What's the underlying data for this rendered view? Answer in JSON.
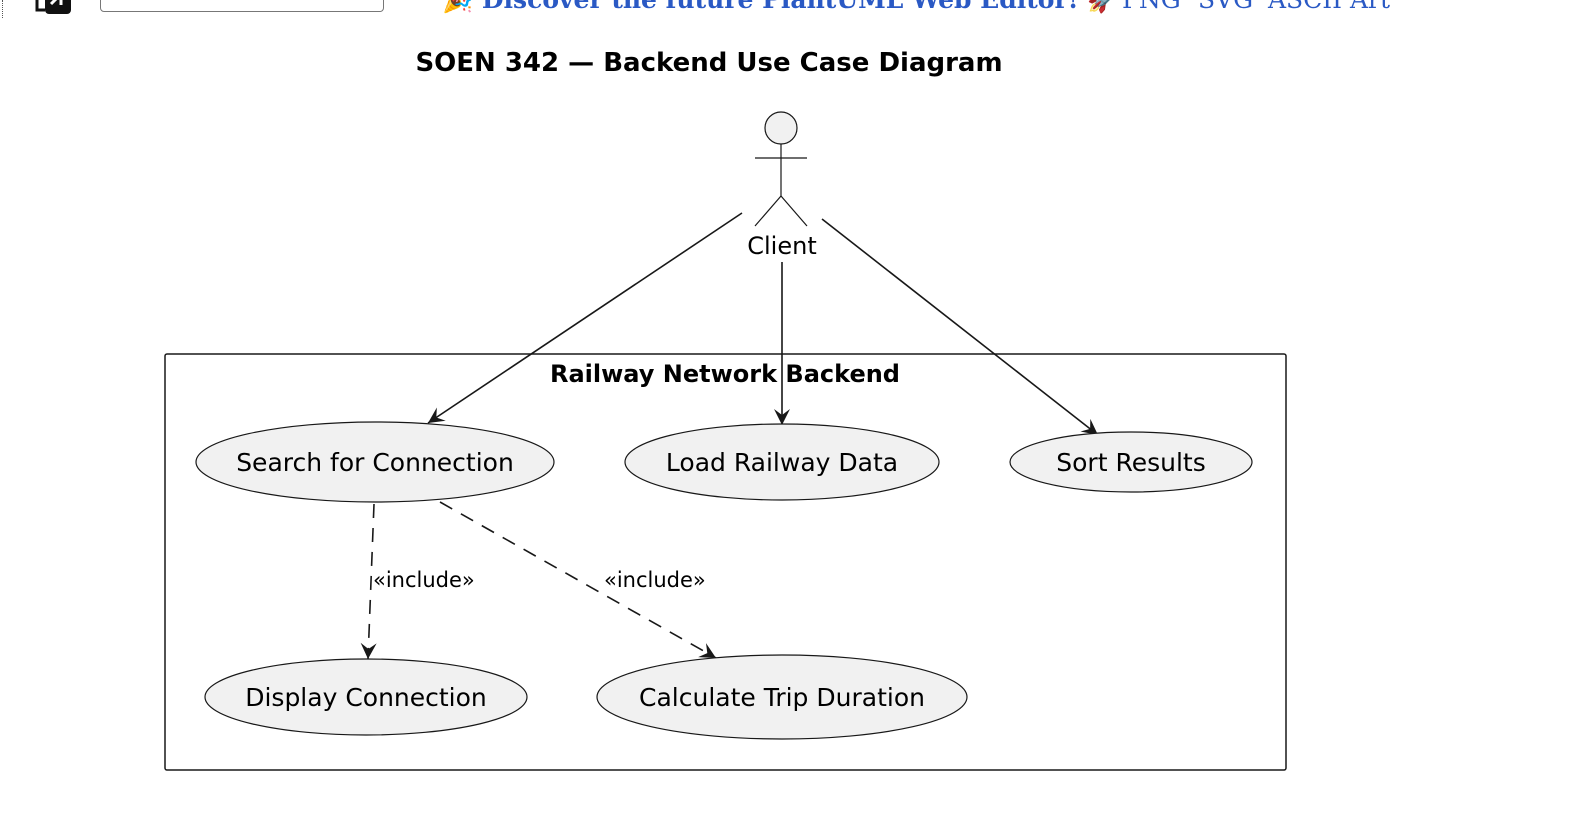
{
  "toolbar": {
    "url_value": "",
    "promo_emoji_left": "🎉",
    "promo_text": "Discover the future PlantUML Web Editor!",
    "promo_emoji_right": "🚀",
    "formats": [
      "PNG",
      "SVG",
      "ASCII Art"
    ]
  },
  "diagram": {
    "title": "SOEN 342 — Backend Use Case Diagram",
    "actor": {
      "name": "Client"
    },
    "system": {
      "name": "Railway Network Backend"
    },
    "use_cases": {
      "search": "Search for Connection",
      "load": "Load Railway Data",
      "sort": "Sort Results",
      "display": "Display Connection",
      "calc": "Calculate Trip Duration"
    },
    "relations": {
      "include_label_1": "«include»",
      "include_label_2": "«include»"
    }
  },
  "colors": {
    "link_blue": "#2a59c4",
    "usecase_fill": "#f1f1f1",
    "stroke": "#181818"
  }
}
